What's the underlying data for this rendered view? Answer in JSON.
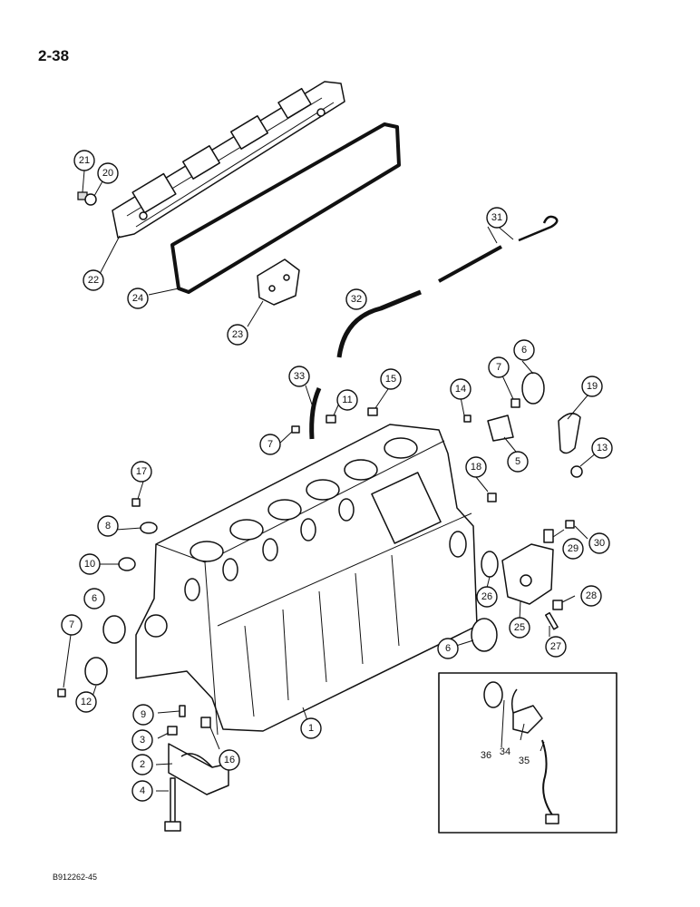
{
  "page": {
    "number": "2-38",
    "figure_code": "B912262-45"
  },
  "callouts": [
    {
      "id": "c21",
      "label": "21"
    },
    {
      "id": "c20",
      "label": "20"
    },
    {
      "id": "c22",
      "label": "22"
    },
    {
      "id": "c24",
      "label": "24"
    },
    {
      "id": "c23",
      "label": "23"
    },
    {
      "id": "c31",
      "label": "31"
    },
    {
      "id": "c32",
      "label": "32"
    },
    {
      "id": "c33",
      "label": "33"
    },
    {
      "id": "c11",
      "label": "11"
    },
    {
      "id": "c15",
      "label": "15"
    },
    {
      "id": "c7a",
      "label": "7"
    },
    {
      "id": "c14",
      "label": "14"
    },
    {
      "id": "c7b",
      "label": "7"
    },
    {
      "id": "c6a",
      "label": "6"
    },
    {
      "id": "c19",
      "label": "19"
    },
    {
      "id": "c5",
      "label": "5"
    },
    {
      "id": "c13",
      "label": "13"
    },
    {
      "id": "c18",
      "label": "18"
    },
    {
      "id": "c17",
      "label": "17"
    },
    {
      "id": "c8",
      "label": "8"
    },
    {
      "id": "c10",
      "label": "10"
    },
    {
      "id": "c30",
      "label": "30"
    },
    {
      "id": "c29",
      "label": "29"
    },
    {
      "id": "c26",
      "label": "26"
    },
    {
      "id": "c6b",
      "label": "6"
    },
    {
      "id": "c7c",
      "label": "7"
    },
    {
      "id": "c12",
      "label": "12"
    },
    {
      "id": "c28",
      "label": "28"
    },
    {
      "id": "c25",
      "label": "25"
    },
    {
      "id": "c27",
      "label": "27"
    },
    {
      "id": "c6c",
      "label": "6"
    },
    {
      "id": "c1",
      "label": "1"
    },
    {
      "id": "c9",
      "label": "9"
    },
    {
      "id": "c3",
      "label": "3"
    },
    {
      "id": "c2",
      "label": "2"
    },
    {
      "id": "c16",
      "label": "16"
    },
    {
      "id": "c4",
      "label": "4"
    }
  ],
  "inset_labels": [
    {
      "label": "36"
    },
    {
      "label": "34"
    },
    {
      "label": "35"
    }
  ],
  "parts": [
    "rocker-cover",
    "rocker-cover-gasket",
    "cover-plate",
    "dipstick",
    "dipstick-tube",
    "drain-tube",
    "cylinder-block",
    "main-bearing-cap",
    "cap-bolt",
    "thermostat-housing",
    "elbow-hose",
    "block-heater"
  ]
}
